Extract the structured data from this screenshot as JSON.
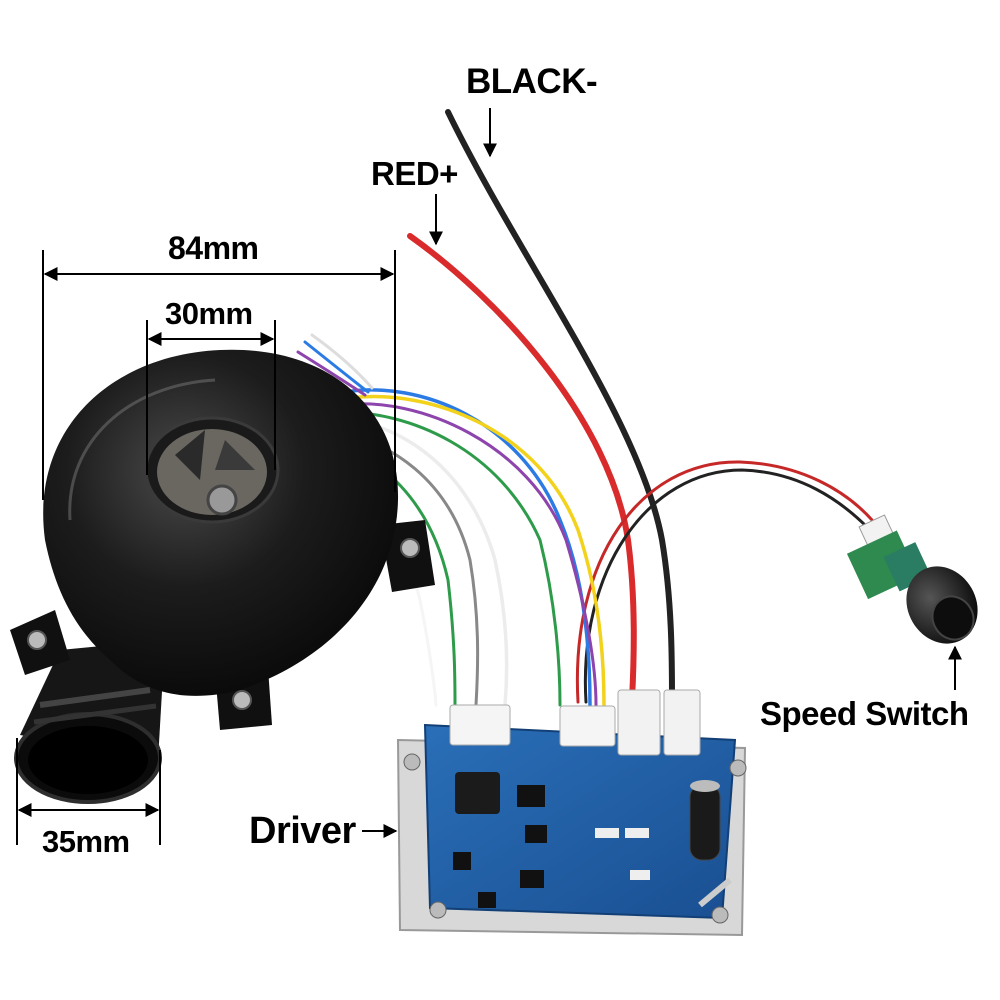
{
  "labels": {
    "black": "BLACK-",
    "red": "RED+",
    "width_84": "84mm",
    "inlet_30": "30mm",
    "outlet_35": "35mm",
    "driver": "Driver",
    "speed_switch": "Speed Switch"
  },
  "colors": {
    "background": "#ffffff",
    "blower_body": "#141414",
    "pcb_blue": "#1d5fa8",
    "wire_red": "#d92b2b",
    "wire_black": "#222222"
  }
}
